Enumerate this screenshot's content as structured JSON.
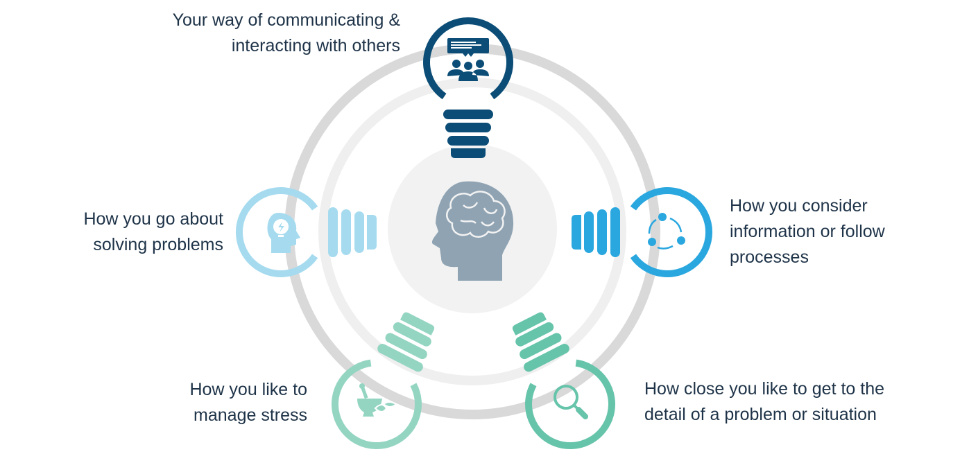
{
  "labels": {
    "top": [
      "Your way of communicating &",
      "interacting with others"
    ],
    "left": [
      "How you go about",
      "solving problems"
    ],
    "right": [
      "How you consider",
      "information or follow",
      "processes"
    ],
    "bottom_left": [
      "How you like to",
      "manage stress"
    ],
    "bottom_right": [
      "How close you like to get to the",
      "detail of a problem or situation"
    ]
  },
  "colors": {
    "top": "#0b4d76",
    "left": "#a6dbef",
    "right": "#2aa7df",
    "bottom_left": "#94d5c2",
    "bottom_right": "#66c4aa",
    "outer_ring": "#d9d9d9",
    "inner_ring": "#efefef",
    "center": "#f2f2f2",
    "head": "#8fa3b3"
  },
  "icons": {
    "top": "chat-group-icon",
    "left": "head-lightbulb-icon",
    "right": "cycle-process-icon",
    "bottom_left": "mortar-pestle-leaf-icon",
    "bottom_right": "magnifier-icon",
    "center": "head-brain-icon"
  }
}
